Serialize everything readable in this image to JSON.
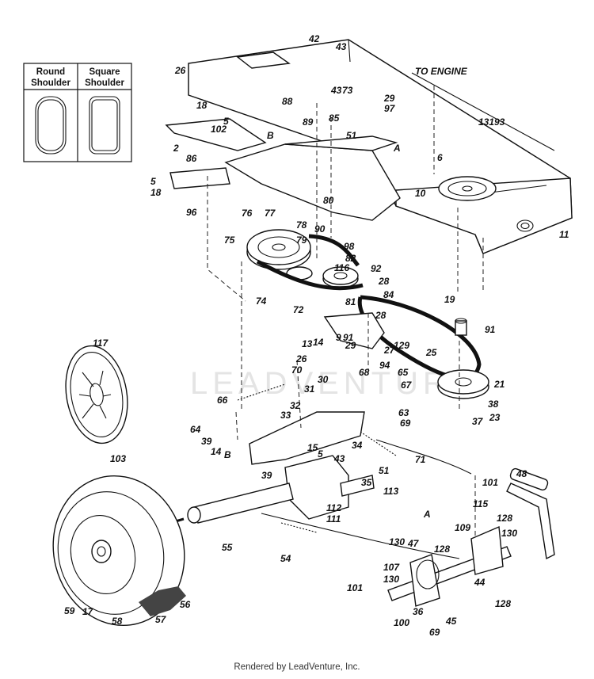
{
  "legend": {
    "round_shoulder": "Round Shoulder",
    "square_shoulder": "Square Shoulder"
  },
  "callouts": {
    "to_engine": "TO ENGINE",
    "ref_a": "A",
    "ref_b": "B"
  },
  "footer": "Rendered by LeadVenture, Inc.",
  "watermark": "LEADVENTURE",
  "labels": [
    {
      "key": "n42",
      "text": "42"
    },
    {
      "key": "n43a",
      "text": "43"
    },
    {
      "key": "n26a",
      "text": "26"
    },
    {
      "key": "n88",
      "text": "88"
    },
    {
      "key": "n73",
      "text": "73"
    },
    {
      "key": "n43b",
      "text": "43"
    },
    {
      "key": "n89",
      "text": "89"
    },
    {
      "key": "n85",
      "text": "85"
    },
    {
      "key": "n29a",
      "text": "29"
    },
    {
      "key": "n97",
      "text": "97"
    },
    {
      "key": "n51a",
      "text": "51"
    },
    {
      "key": "n131",
      "text": "131"
    },
    {
      "key": "n93",
      "text": "93"
    },
    {
      "key": "n18a",
      "text": "18"
    },
    {
      "key": "n5a",
      "text": "5"
    },
    {
      "key": "n102",
      "text": "102"
    },
    {
      "key": "n2",
      "text": "2"
    },
    {
      "key": "n86",
      "text": "86"
    },
    {
      "key": "n5b",
      "text": "5"
    },
    {
      "key": "n18b",
      "text": "18"
    },
    {
      "key": "n96",
      "text": "96"
    },
    {
      "key": "n6",
      "text": "6"
    },
    {
      "key": "n10",
      "text": "10"
    },
    {
      "key": "n11",
      "text": "11"
    },
    {
      "key": "n80",
      "text": "80"
    },
    {
      "key": "n76",
      "text": "76"
    },
    {
      "key": "n77",
      "text": "77"
    },
    {
      "key": "n78",
      "text": "78"
    },
    {
      "key": "n90",
      "text": "90"
    },
    {
      "key": "n98",
      "text": "98"
    },
    {
      "key": "n75",
      "text": "75"
    },
    {
      "key": "n79",
      "text": "79"
    },
    {
      "key": "n82",
      "text": "82"
    },
    {
      "key": "n116",
      "text": "116"
    },
    {
      "key": "n92",
      "text": "92"
    },
    {
      "key": "n28a",
      "text": "28"
    },
    {
      "key": "n74",
      "text": "74"
    },
    {
      "key": "n81",
      "text": "81"
    },
    {
      "key": "n84",
      "text": "84"
    },
    {
      "key": "n72",
      "text": "72"
    },
    {
      "key": "n19",
      "text": "19"
    },
    {
      "key": "n28b",
      "text": "28"
    },
    {
      "key": "n91",
      "text": "91"
    },
    {
      "key": "n9",
      "text": "9"
    },
    {
      "key": "n91b",
      "text": "91"
    },
    {
      "key": "n13",
      "text": "13"
    },
    {
      "key": "n14a",
      "text": "14"
    },
    {
      "key": "n29b",
      "text": "29"
    },
    {
      "key": "n27",
      "text": "27"
    },
    {
      "key": "n129",
      "text": "129"
    },
    {
      "key": "n117",
      "text": "117"
    },
    {
      "key": "n26b",
      "text": "26"
    },
    {
      "key": "n94",
      "text": "94"
    },
    {
      "key": "n25",
      "text": "25"
    },
    {
      "key": "n70",
      "text": "70"
    },
    {
      "key": "n68",
      "text": "68"
    },
    {
      "key": "n65",
      "text": "65"
    },
    {
      "key": "n21",
      "text": "21"
    },
    {
      "key": "n30",
      "text": "30"
    },
    {
      "key": "n66",
      "text": "66"
    },
    {
      "key": "n31",
      "text": "31"
    },
    {
      "key": "n67",
      "text": "67"
    },
    {
      "key": "n32",
      "text": "32"
    },
    {
      "key": "n38",
      "text": "38"
    },
    {
      "key": "n63",
      "text": "63"
    },
    {
      "key": "n23",
      "text": "23"
    },
    {
      "key": "n33",
      "text": "33"
    },
    {
      "key": "n69a",
      "text": "69"
    },
    {
      "key": "n37",
      "text": "37"
    },
    {
      "key": "n64",
      "text": "64"
    },
    {
      "key": "n39a",
      "text": "39"
    },
    {
      "key": "n14b",
      "text": "14"
    },
    {
      "key": "n103",
      "text": "103"
    },
    {
      "key": "n34",
      "text": "34"
    },
    {
      "key": "n15",
      "text": "15"
    },
    {
      "key": "n5c",
      "text": "5"
    },
    {
      "key": "n43c",
      "text": "43"
    },
    {
      "key": "n71",
      "text": "71"
    },
    {
      "key": "n39b",
      "text": "39"
    },
    {
      "key": "n51b",
      "text": "51"
    },
    {
      "key": "n35",
      "text": "35"
    },
    {
      "key": "n48",
      "text": "48"
    },
    {
      "key": "n113",
      "text": "113"
    },
    {
      "key": "n101a",
      "text": "101"
    },
    {
      "key": "n112",
      "text": "112"
    },
    {
      "key": "n111",
      "text": "111"
    },
    {
      "key": "n115",
      "text": "115"
    },
    {
      "key": "n128a",
      "text": "128"
    },
    {
      "key": "n109",
      "text": "109"
    },
    {
      "key": "n55",
      "text": "55"
    },
    {
      "key": "n130a",
      "text": "130"
    },
    {
      "key": "n47",
      "text": "47"
    },
    {
      "key": "n130b",
      "text": "130"
    },
    {
      "key": "n128b",
      "text": "128"
    },
    {
      "key": "n54",
      "text": "54"
    },
    {
      "key": "n107",
      "text": "107"
    },
    {
      "key": "n130c",
      "text": "130"
    },
    {
      "key": "n101b",
      "text": "101"
    },
    {
      "key": "n44",
      "text": "44"
    },
    {
      "key": "n128c",
      "text": "128"
    },
    {
      "key": "n36",
      "text": "36"
    },
    {
      "key": "n100",
      "text": "100"
    },
    {
      "key": "n45",
      "text": "45"
    },
    {
      "key": "n69b",
      "text": "69"
    },
    {
      "key": "n59",
      "text": "59"
    },
    {
      "key": "n17",
      "text": "17"
    },
    {
      "key": "n58",
      "text": "58"
    },
    {
      "key": "n57",
      "text": "57"
    },
    {
      "key": "n56",
      "text": "56"
    }
  ]
}
